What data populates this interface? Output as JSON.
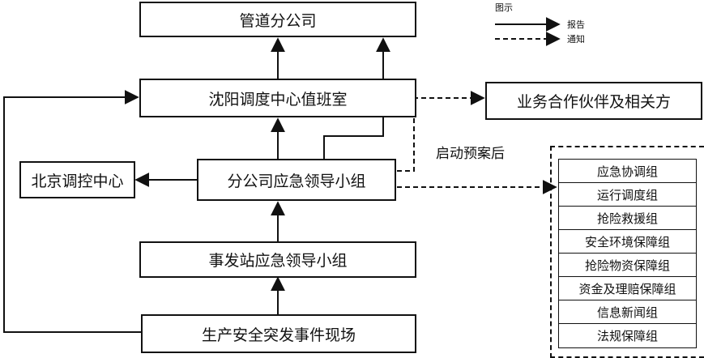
{
  "legend": {
    "title": "图示",
    "report": "报告",
    "notify": "通知"
  },
  "nodes": {
    "pipeline_company": "管道分公司",
    "shenyang_duty_room": "沈阳调度中心值班室",
    "business_partners": "业务合作伙伴及相关方",
    "beijing_control": "北京调控中心",
    "branch_leadership": "分公司应急领导小组",
    "station_leadership": "事发站应急领导小组",
    "incident_site": "生产安全突发事件现场"
  },
  "after_plan_label": "启动预案后",
  "groups": [
    "应急协调组",
    "运行调度组",
    "抢险救援组",
    "安全环境保障组",
    "抢险物资保障组",
    "资金及理赔保障组",
    "信息新闻组",
    "法规保障组"
  ],
  "colors": {
    "line": "#111111",
    "background": "#ffffff"
  }
}
